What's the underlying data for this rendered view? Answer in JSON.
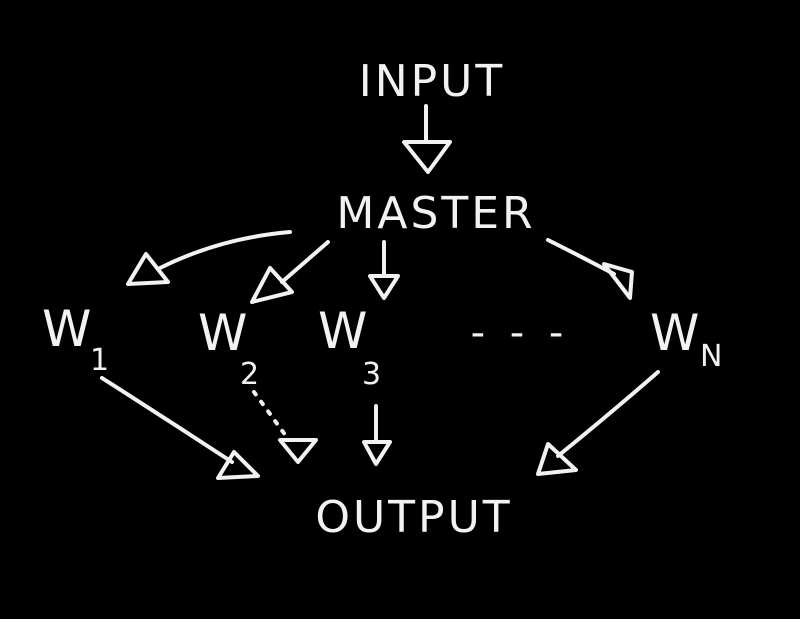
{
  "diagram": {
    "background": "#000000",
    "ink": "#f2f2f2",
    "nodes": {
      "input": "INPUT",
      "master": "MASTER",
      "output": "OUTPUT"
    },
    "workers": [
      {
        "letter": "W",
        "sub": "1"
      },
      {
        "letter": "W",
        "sub": "2"
      },
      {
        "letter": "W",
        "sub": "3"
      },
      {
        "letter": "W",
        "sub": "N"
      }
    ],
    "ellipsis": "- - -",
    "edges": [
      {
        "from": "INPUT",
        "to": "MASTER"
      },
      {
        "from": "MASTER",
        "to": "W1"
      },
      {
        "from": "MASTER",
        "to": "W2"
      },
      {
        "from": "MASTER",
        "to": "W3"
      },
      {
        "from": "MASTER",
        "to": "WN"
      },
      {
        "from": "W1",
        "to": "OUTPUT"
      },
      {
        "from": "W2",
        "to": "OUTPUT"
      },
      {
        "from": "W3",
        "to": "OUTPUT"
      },
      {
        "from": "WN",
        "to": "OUTPUT"
      }
    ]
  }
}
